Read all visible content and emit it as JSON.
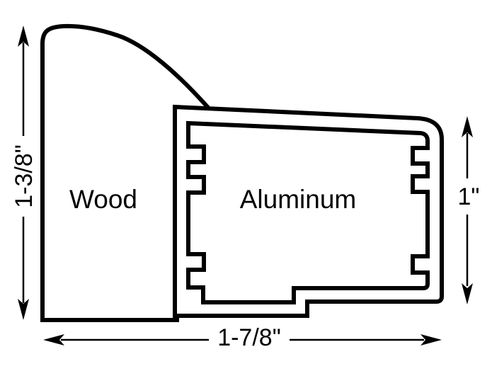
{
  "diagram": {
    "materials": {
      "wood_label": "Wood",
      "aluminum_label": "Aluminum"
    },
    "dimensions": {
      "left_height": "1-3/8\"",
      "right_height": "1\"",
      "bottom_width": "1-7/8\""
    },
    "colors": {
      "line": "#000000",
      "background": "#ffffff"
    }
  }
}
